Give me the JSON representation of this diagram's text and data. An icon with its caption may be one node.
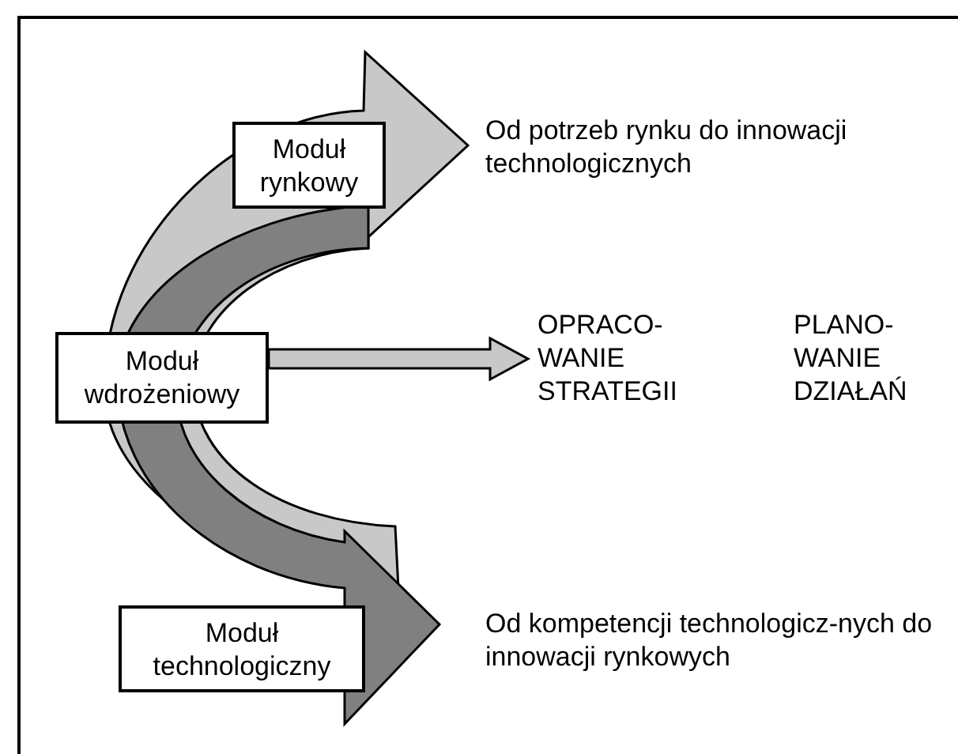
{
  "diagram": {
    "nodes": [
      {
        "text": [
          "Moduł rynkowy"
        ]
      },
      {
        "text": [
          "Moduł wdrożeniowy"
        ]
      },
      {
        "text": [
          "OPRACO-WANIE STRATEGII"
        ]
      },
      {
        "text": [
          "Moduł technologiczny"
        ]
      }
    ],
    "edges": [
      {
        "from": 1,
        "to": 2,
        "arrow": "to"
      }
    ],
    "labels": [
      "Od potrzeb rynku do innowacji technologicznych",
      "PLANO-WANIE DZIAŁAŃ",
      "Od kompetencji technologicz-nych do innowacji rynkowych"
    ]
  }
}
